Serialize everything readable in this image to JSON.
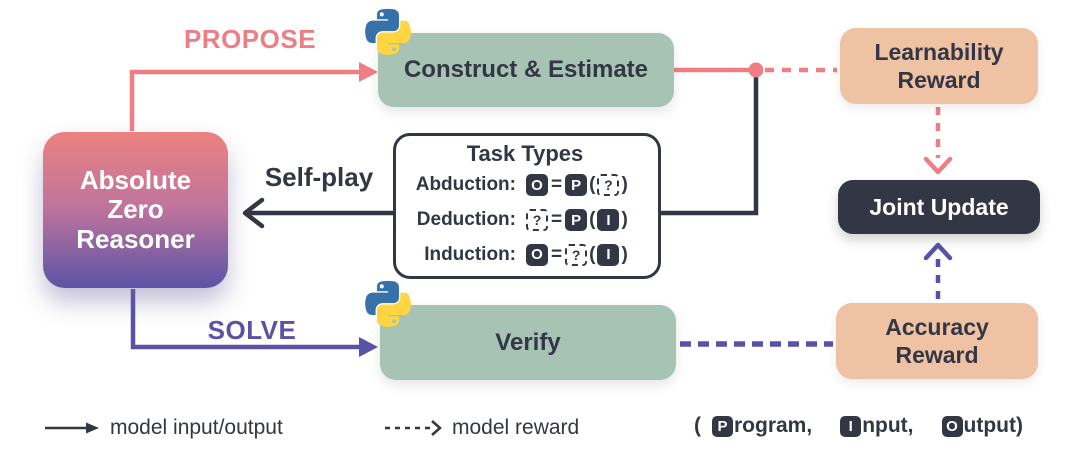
{
  "reasoner": {
    "line1": "Absolute",
    "line2": "Zero",
    "line3": "Reasoner"
  },
  "arrows": {
    "propose": "PROPOSE",
    "solve": "SOLVE",
    "self_play": "Self-play"
  },
  "boxes": {
    "construct": "Construct & Estimate",
    "verify": "Verify",
    "learnability_line1": "Learnability",
    "learnability_line2": "Reward",
    "accuracy_line1": "Accuracy",
    "accuracy_line2": "Reward",
    "joint_update": "Joint Update"
  },
  "task_types": {
    "title": "Task Types",
    "rows": [
      {
        "label": "Abduction:",
        "lhs": "O",
        "op": "=",
        "fn": "P",
        "open": "(",
        "arg": "?",
        "close": ")"
      },
      {
        "label": "Deduction:",
        "lhs": "?",
        "op": "=",
        "fn": "P",
        "open": "(",
        "arg": "I",
        "close": ")"
      },
      {
        "label": "Induction:",
        "lhs": "O",
        "op": "=",
        "fn": "?",
        "open": "(",
        "arg": "I",
        "close": ")"
      }
    ]
  },
  "legend": {
    "model_io": "model input/output",
    "model_reward": "model reward",
    "notation_open": "(",
    "notation": [
      {
        "badge": "P",
        "rest": "rogram,"
      },
      {
        "badge": "I",
        "rest": "nput,"
      },
      {
        "badge": "O",
        "rest": "utput)"
      }
    ]
  },
  "colors": {
    "salmon": "#ee7e84",
    "sage_green": "#a6c3b3",
    "peach": "#eec2a2",
    "navy": "#333645",
    "purple": "#5a52a7",
    "reasoner_gradient_top": "#ec827f",
    "reasoner_gradient_bottom": "#5b54a6"
  }
}
